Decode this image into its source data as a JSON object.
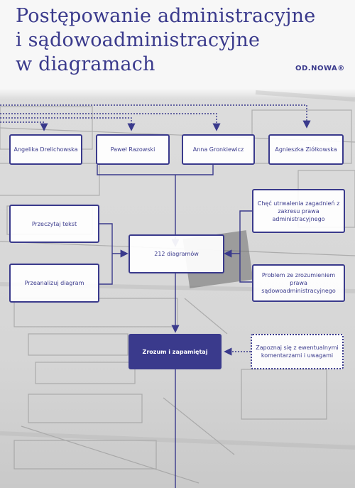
{
  "title": {
    "line1": "Postępowanie administracyjne",
    "line2": "i sądowoadministracyjne",
    "line3": "w diagramach"
  },
  "publisher": "OD.NOWA®",
  "authors": [
    "Angelika Drelichowska",
    "Paweł Razowski",
    "Anna Gronkiewicz",
    "Agnieszka Ziółkowska"
  ],
  "left_boxes": [
    "Przeczytaj tekst",
    "Przeanalizuj diagram"
  ],
  "center_box": "212 diagramów",
  "right_boxes": [
    "Chęć utrwalenia zagadnień z zakresu prawa administracyjnego",
    "Problem ze zrozumieniem prawa sądowoadministracyjnego"
  ],
  "action_box": "Zrozum i zapamiętaj",
  "hint_box": "Zapoznaj się z ewentualnymi komentarzami i uwagami",
  "colors": {
    "accent": "#3a3a8c",
    "background": "#d6d6d6"
  }
}
